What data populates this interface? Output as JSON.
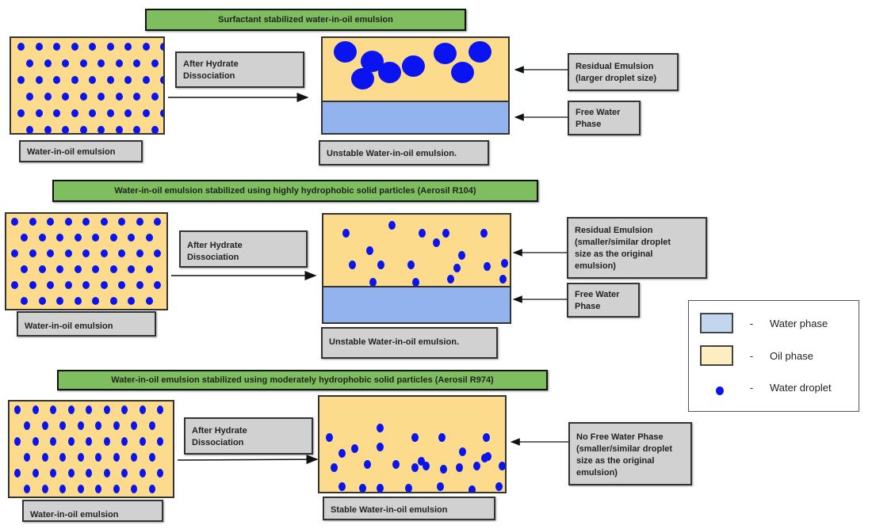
{
  "colors": {
    "oil": "#fcdc8c",
    "water": "#93b3ee",
    "droplet": "#0a14f0",
    "title_bg": "#7fbe5f",
    "label_bg": "#d1d1d1"
  },
  "panels": [
    {
      "title": "Surfactant stabilized water-in-oil emulsion",
      "initial_label": "Water-in-oil emulsion",
      "process_label": "After Hydrate Dissociation",
      "result_label": "Unstable Water-in-oil emulsion.",
      "annotations": [
        "Residual Emulsion (larger droplet size)",
        "Free Water Phase"
      ]
    },
    {
      "title": "Water-in-oil emulsion stabilized using highly hydrophobic solid particles (Aerosil R104)",
      "initial_label": "Water-in-oil emulsion",
      "process_label": "After Hydrate Dissociation",
      "result_label": "Unstable Water-in-oil emulsion.",
      "annotations": [
        "Residual Emulsion (smaller/similar droplet size as the original emulsion)",
        "Free Water Phase"
      ]
    },
    {
      "title": "Water-in-oil emulsion stabilized using moderately  hydrophobic solid particles (Aerosil R974)",
      "initial_label": "Water-in-oil emulsion",
      "process_label": "After Hydrate Dissociation",
      "result_label": "Stable Water-in-oil emulsion",
      "annotations": [
        "No Free Water Phase (smaller/similar droplet size as the original emulsion)"
      ]
    }
  ],
  "legend": {
    "items": [
      {
        "symbol": "-",
        "label": "Water phase"
      },
      {
        "symbol": "-",
        "label": "Oil phase"
      },
      {
        "symbol": "-",
        "label": "Water droplet"
      }
    ]
  }
}
